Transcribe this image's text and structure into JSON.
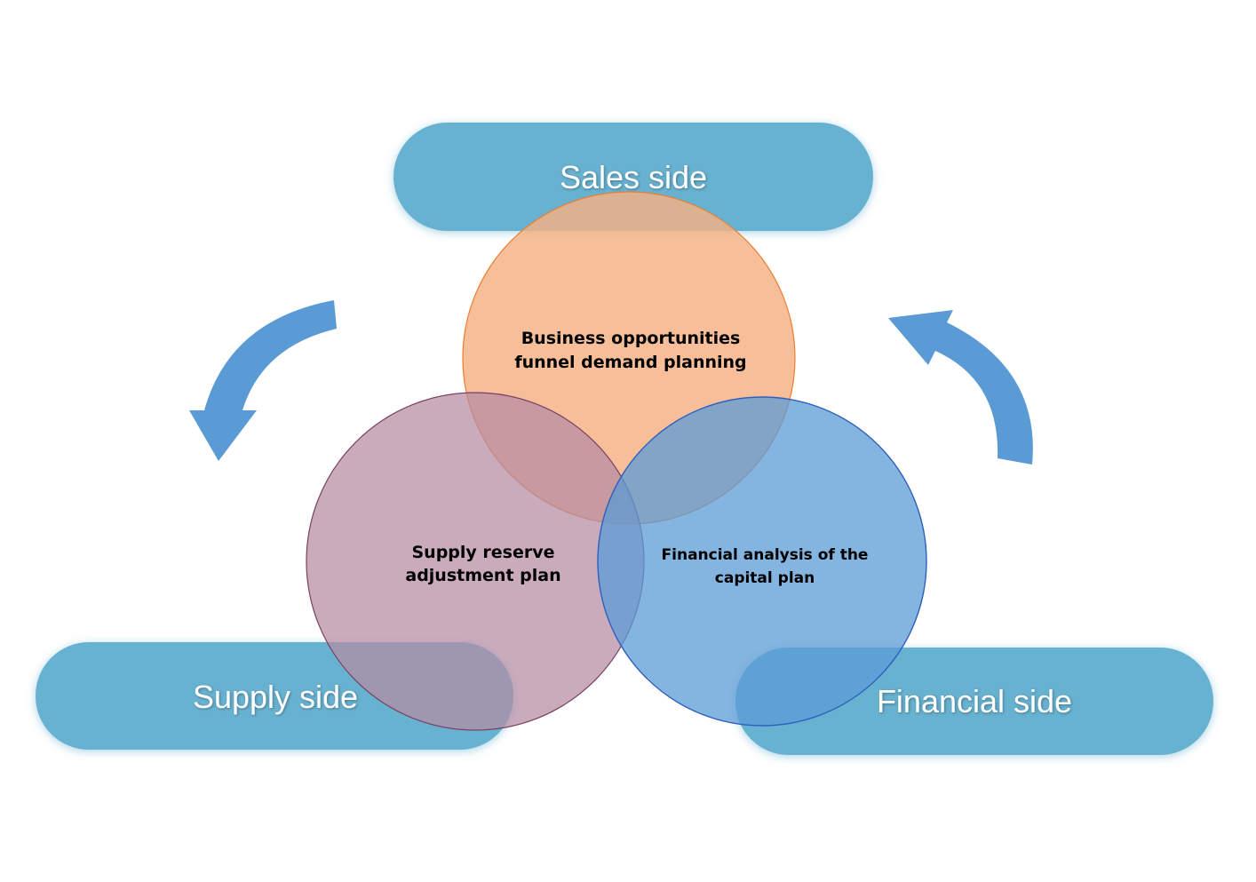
{
  "pills": {
    "sales": "Sales side",
    "supply": "Supply side",
    "financial": "Financial side"
  },
  "circles": {
    "business": {
      "line1": "Business opportunities",
      "line2": "funnel demand planning"
    },
    "supply": {
      "line1": "Supply reserve",
      "line2": "adjustment plan"
    },
    "financial": {
      "line1": "Financial analysis of the",
      "line2": "capital plan"
    }
  },
  "colors": {
    "pill": "#67b2d1",
    "pill_text": "#ffffff",
    "arrow": "#5b9bd5",
    "circle_business_fill": "#f4b183",
    "circle_business_stroke": "#ed7d31",
    "circle_supply_fill": "#b48aa2",
    "circle_supply_stroke": "#7a3f63",
    "circle_financial_fill": "#5b9bd5",
    "circle_financial_stroke": "#2e5fbf"
  }
}
